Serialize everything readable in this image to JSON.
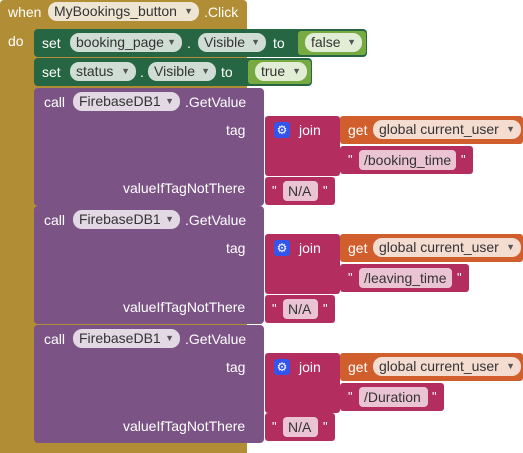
{
  "event": {
    "when": "when",
    "component": "MyBookings_button",
    "event_name": ".Click",
    "do": "do"
  },
  "set_blocks": [
    {
      "keyword": "set",
      "component": "booking_page",
      "dot": ".",
      "property": "Visible",
      "to": "to",
      "value": "false"
    },
    {
      "keyword": "set",
      "component": "status",
      "dot": ".",
      "property": "Visible",
      "to": "to",
      "value": "true"
    }
  ],
  "calls": [
    {
      "call": "call",
      "component": "FirebaseDB1",
      "method": ".GetValue",
      "tag_label": "tag",
      "join": "join",
      "get": "get",
      "variable": "global current_user",
      "path": "/booking_time",
      "value_if_label": "valueIfTagNotThere",
      "default": "N/A"
    },
    {
      "call": "call",
      "component": "FirebaseDB1",
      "method": ".GetValue",
      "tag_label": "tag",
      "join": "join",
      "get": "get",
      "variable": "global current_user",
      "path": "/leaving_time",
      "value_if_label": "valueIfTagNotThere",
      "default": "N/A"
    },
    {
      "call": "call",
      "component": "FirebaseDB1",
      "method": ".GetValue",
      "tag_label": "tag",
      "join": "join",
      "get": "get",
      "variable": "global current_user",
      "path": "/Duration",
      "value_if_label": "valueIfTagNotThere",
      "default": "N/A"
    }
  ],
  "quote": "\"",
  "icons": {
    "dropdown": "dropdown-arrow-icon",
    "mutator": "gear-icon"
  },
  "colors": {
    "event": "#b18e35",
    "setter": "#266643",
    "logic": "#77ab41",
    "component": "#7c5385",
    "text": "#b32d5e",
    "variable": "#d05f2d",
    "mutator": "#3355ee"
  }
}
